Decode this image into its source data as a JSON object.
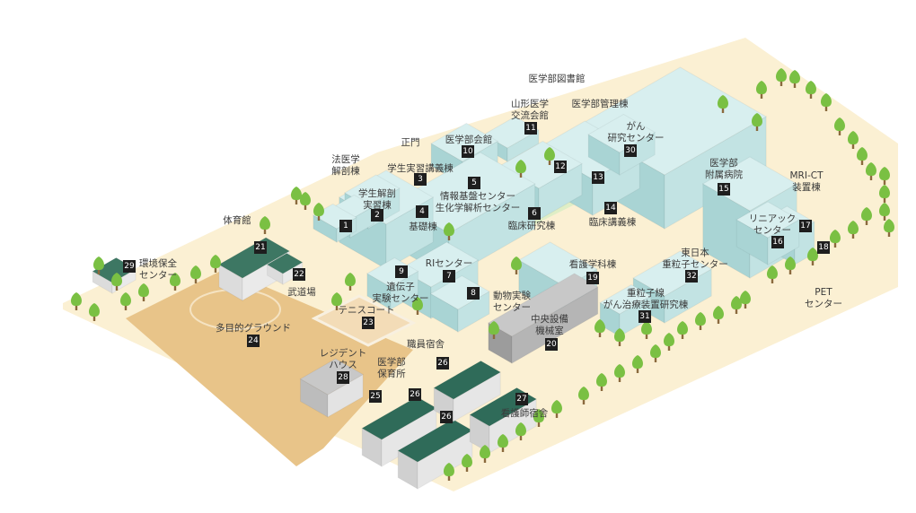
{
  "labels": {
    "hojigaku": "法医学\n解剖棟",
    "gakusei_kaibo": "学生解剖\n実習棟",
    "jisshu_kogi": "学生実習講義棟",
    "seimon": "正門",
    "igakubu_kaikan": "医学部会館",
    "yamagata_kouryu": "山形医学\n交流会館",
    "toshokan": "医学部図書館",
    "kanri": "医学部管理棟",
    "gan_center": "がん\n研究センター",
    "byoin": "医学部\n附属病院",
    "mri": "MRI-CT\n装置棟",
    "joho": "情報基盤センター\n生化学解析センター",
    "kiso": "基礎棟",
    "rinsho_kenkyu": "臨床研究棟",
    "rinsho_kogi": "臨床講義棟",
    "linac": "リニアック\nセンター",
    "pet": "PET\nセンター",
    "taiikukan": "体育館",
    "kankyo": "環境保全\nセンター",
    "budojo": "武道場",
    "ri": "RIセンター",
    "idenshi": "遺伝子\n実験センター",
    "dobutsu": "動物実験\nセンター",
    "kango_kamoku": "看護学科棟",
    "higashi_nihon": "東日本\n重粒子センター",
    "juryushi": "重粒子線\nがん治療装置研究棟",
    "tennis": "テニスコート",
    "ground": "多目的グラウンド",
    "chuo_setsubi": "中央設備\n機械室",
    "resident": "レジデント\nハウス",
    "hoikusho": "医学部\n保育所",
    "shokuin": "職員宿舎",
    "kangoshi": "看護師宿舎"
  },
  "numbers": [
    "1",
    "2",
    "3",
    "4",
    "5",
    "6",
    "7",
    "8",
    "9",
    "10",
    "11",
    "12",
    "13",
    "14",
    "15",
    "16",
    "17",
    "18",
    "19",
    "20",
    "21",
    "22",
    "23",
    "24",
    "25",
    "26",
    "26",
    "26",
    "27",
    "28",
    "29",
    "31",
    "32",
    "30"
  ],
  "colors": {
    "campus": "#fbf0d3",
    "ground": "#e8c489",
    "building_top": "#d8efef",
    "building_left": "#a9d4d4",
    "building_right": "#c2e3e3",
    "roof_green": "#2f6b59",
    "tree": "#7ac043",
    "trunk": "#8b6a3e",
    "grey": "#c8c8c8",
    "court": "#f3dcb7"
  }
}
